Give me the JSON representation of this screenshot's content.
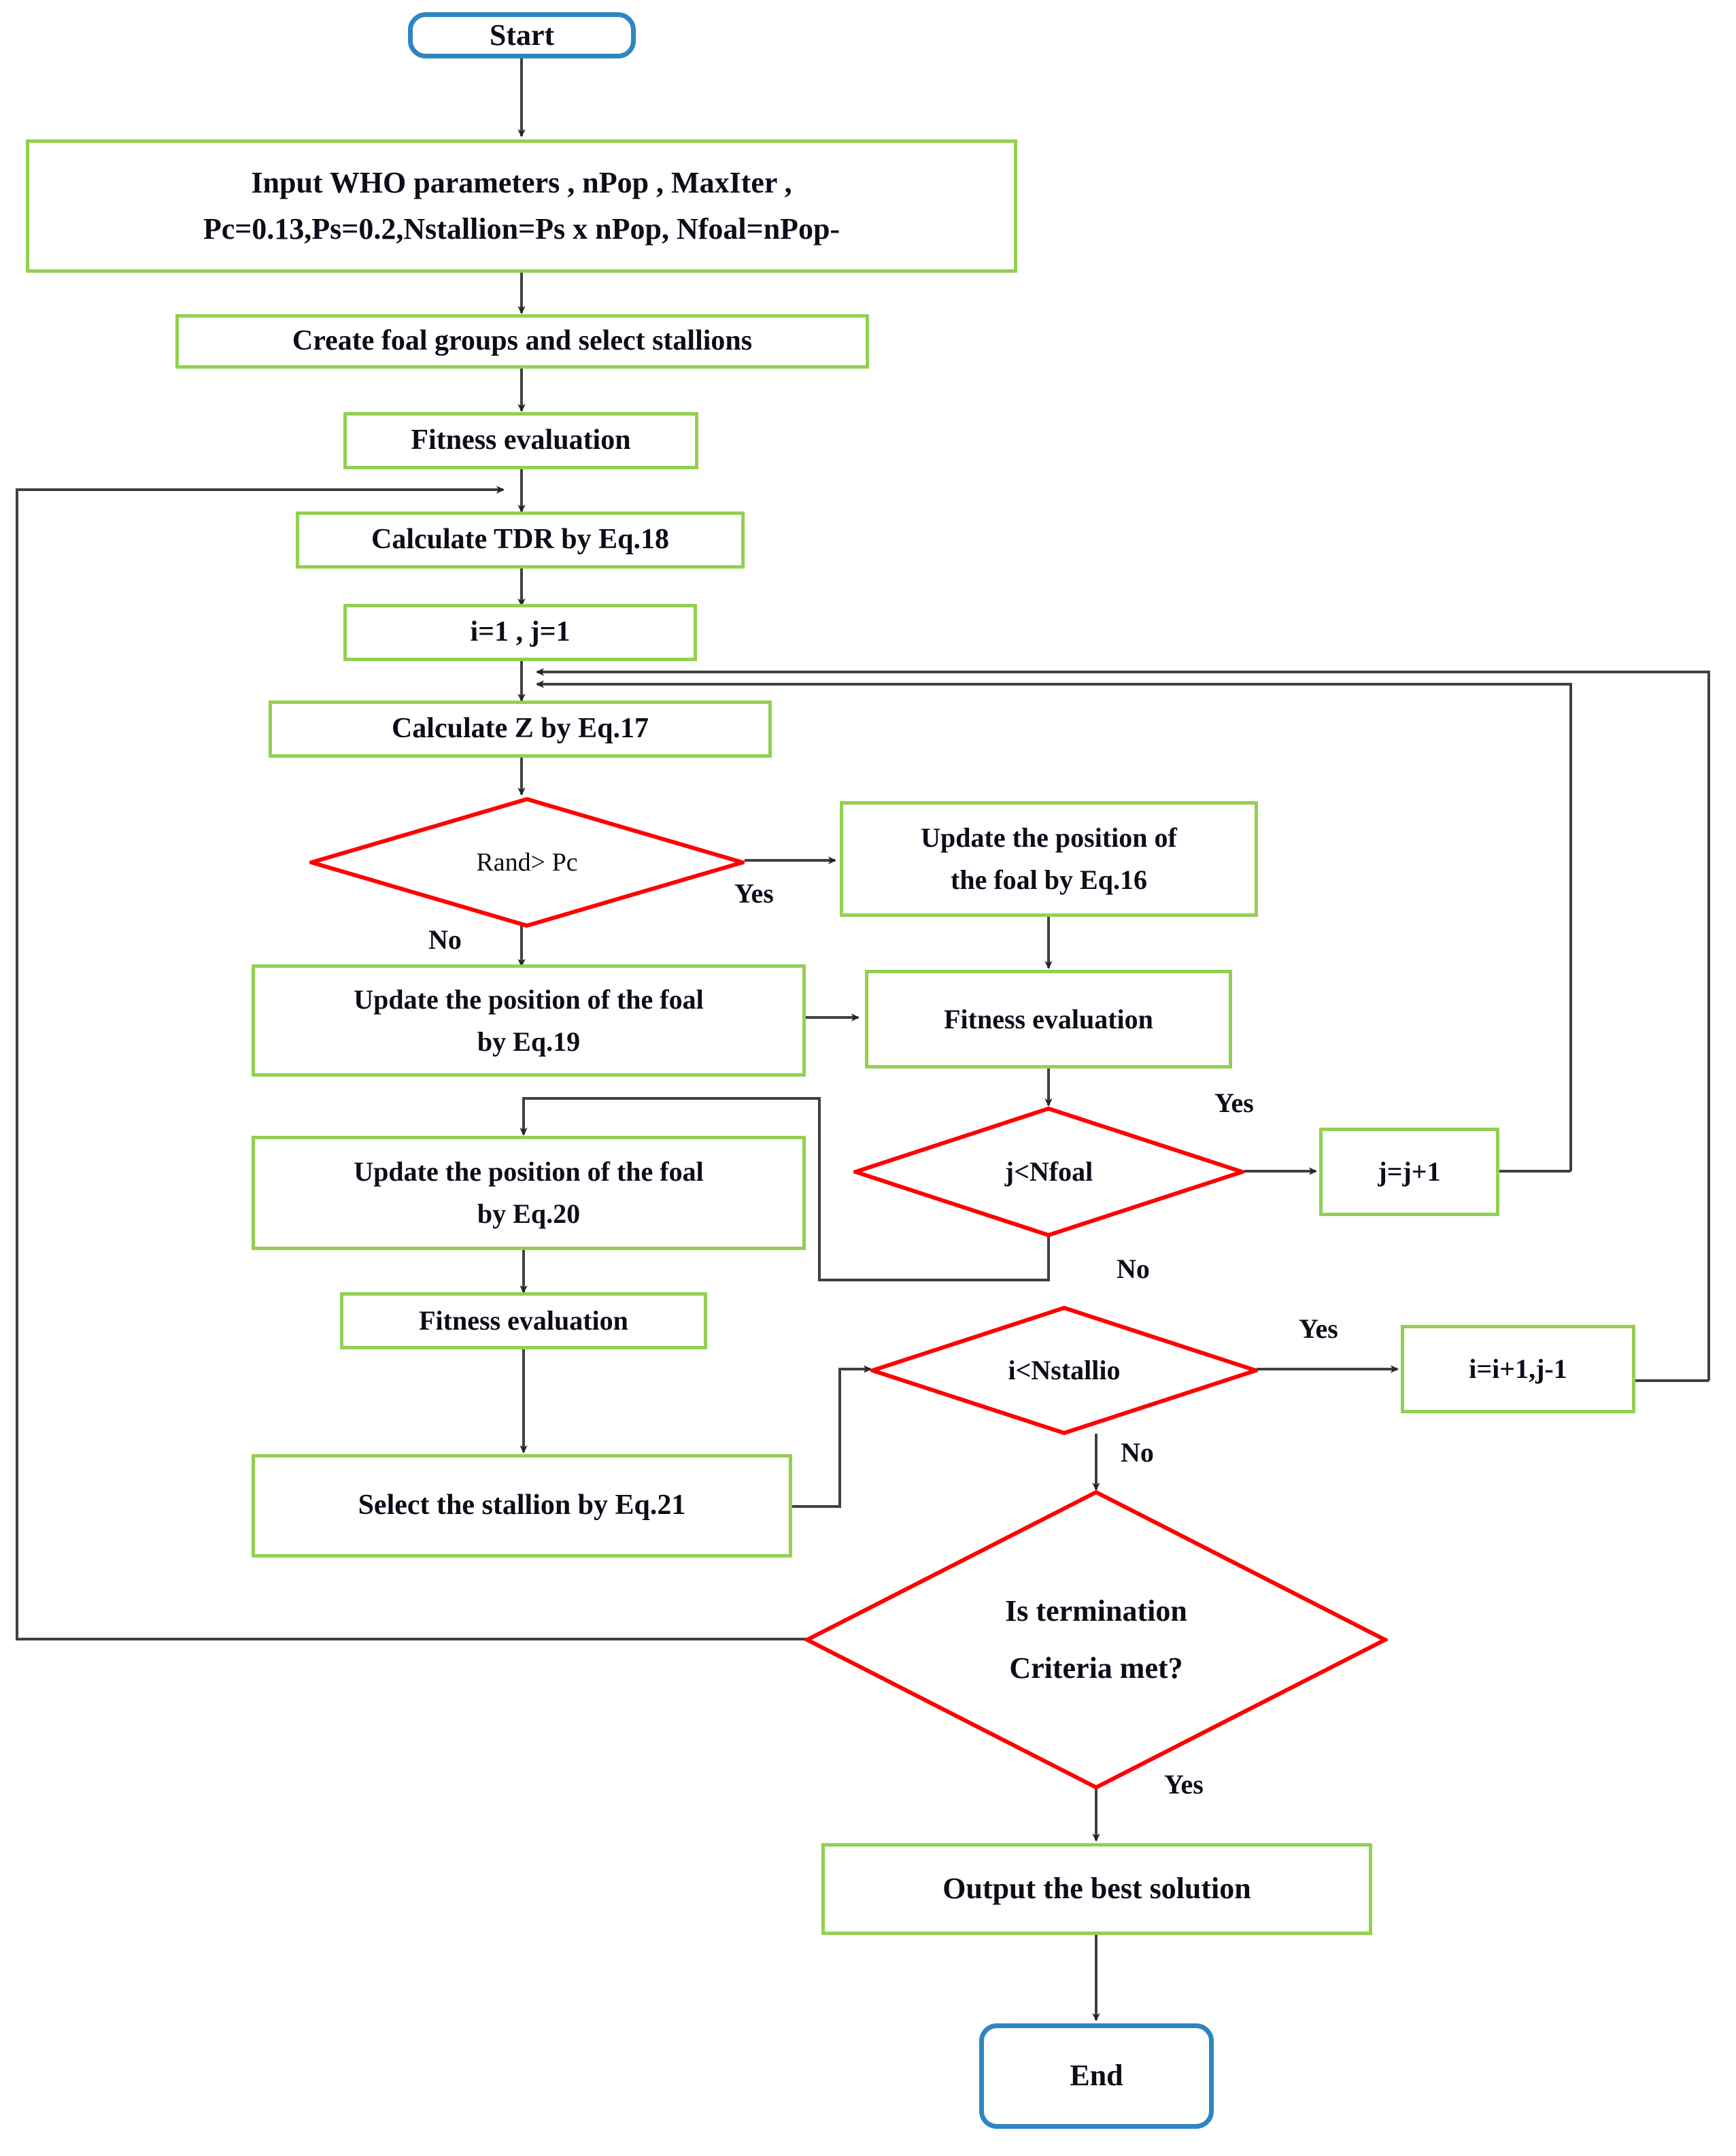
{
  "diagram": {
    "title": "Wild Horse Optimizer (WHO) algorithm flowchart",
    "colors": {
      "process_border": "#92D050",
      "decision_border": "#FF0000",
      "terminator_border": "#2E86C1",
      "connector": "#404040",
      "text": "#0d0d19",
      "background": "#FFFFFF"
    },
    "nodes": [
      {
        "id": "start",
        "type": "terminator",
        "label": "Start"
      },
      {
        "id": "input",
        "type": "process",
        "label_line1": "Input WHO parameters , nPop , MaxIter ,",
        "label_line2": "Pc=0.13,Ps=0.2,Nstallion=Ps x nPop, Nfoal=nPop-"
      },
      {
        "id": "create",
        "type": "process",
        "label": "Create foal groups and select stallions"
      },
      {
        "id": "fitness1",
        "type": "process",
        "label": "Fitness evaluation"
      },
      {
        "id": "tdr",
        "type": "process",
        "label": "Calculate TDR by Eq.18"
      },
      {
        "id": "init_ij",
        "type": "process",
        "label": "i=1 , j=1"
      },
      {
        "id": "calc_z",
        "type": "process",
        "label": "Calculate Z by Eq.17"
      },
      {
        "id": "rand_pc",
        "type": "decision",
        "label": "Rand> Pc"
      },
      {
        "id": "update16",
        "type": "process",
        "label_line1": "Update the position of",
        "label_line2": "the foal by Eq.16"
      },
      {
        "id": "update19",
        "type": "process",
        "label_line1": "Update the position of the foal",
        "label_line2": "by Eq.19"
      },
      {
        "id": "fitness2",
        "type": "process",
        "label": "Fitness evaluation"
      },
      {
        "id": "j_nfoal",
        "type": "decision",
        "label": "j<Nfoal"
      },
      {
        "id": "j_inc",
        "type": "process",
        "label": "j=j+1"
      },
      {
        "id": "update20",
        "type": "process",
        "label_line1": "Update the position of the foal",
        "label_line2": "by Eq.20"
      },
      {
        "id": "fitness3",
        "type": "process",
        "label": "Fitness evaluation"
      },
      {
        "id": "select21",
        "type": "process",
        "label": "Select the stallion by Eq.21"
      },
      {
        "id": "i_nstallion",
        "type": "decision",
        "label": "i<Nstallio"
      },
      {
        "id": "i_inc",
        "type": "process",
        "label": "i=i+1,j-1"
      },
      {
        "id": "termination",
        "type": "decision",
        "label_line1": "Is termination",
        "label_line2": "Criteria met?"
      },
      {
        "id": "output",
        "type": "process",
        "label": "Output the best solution"
      },
      {
        "id": "end",
        "type": "terminator",
        "label": "End"
      }
    ],
    "edge_labels": {
      "rand_pc_yes": "Yes",
      "rand_pc_no": "No",
      "j_nfoal_yes": "Yes",
      "j_nfoal_no": "No",
      "i_nstallion_yes": "Yes",
      "i_nstallion_no": "No",
      "termination_yes": "Yes"
    }
  }
}
